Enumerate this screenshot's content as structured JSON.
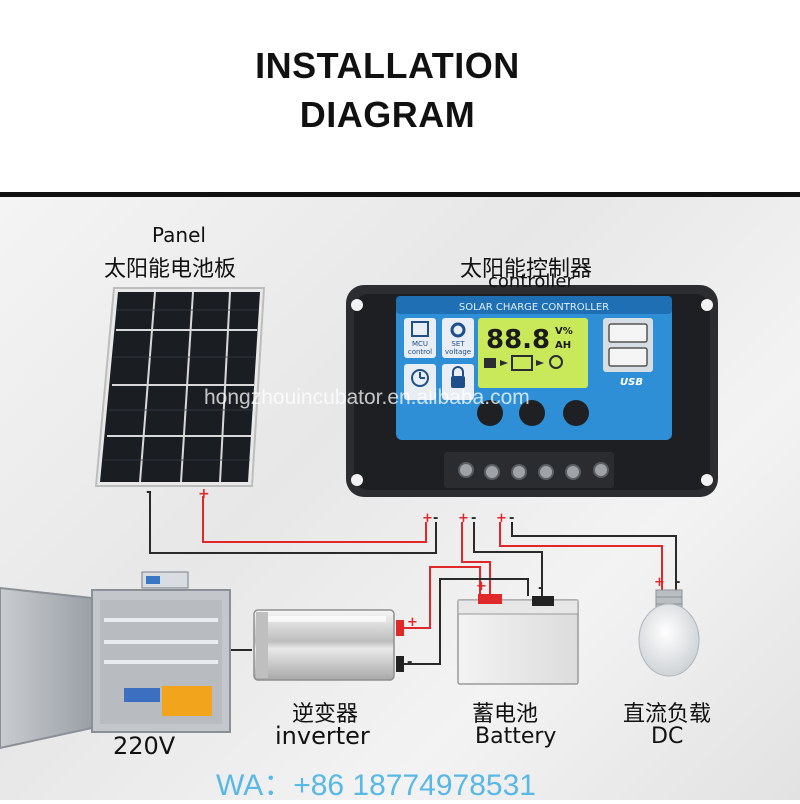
{
  "title": {
    "line1": "INSTALLATION",
    "line2": "DIAGRAM"
  },
  "panel": {
    "label_en": "Panel",
    "label_cn": "太阳能电池板",
    "neg": "-",
    "pos": "+"
  },
  "controller": {
    "label_cn": "太阳能控制器",
    "label_en": "controller",
    "header": "SOLAR CHARGE CONTROLLER",
    "lcd_digits": "88.8",
    "lcd_unit_top": "V%",
    "lcd_unit_bottom": "AH",
    "mcu_label_1": "MCU",
    "mcu_label_2": "control",
    "set_label_1": "SET",
    "set_label_2": "voltage",
    "usb_label": "USB",
    "terminal_marks": [
      "+",
      "-",
      "+",
      "-",
      "+",
      "-"
    ]
  },
  "inverter": {
    "label_cn": "逆变器",
    "label_en": "inverter",
    "pos": "+",
    "neg": "-"
  },
  "battery": {
    "label_cn": "蓄电池",
    "label_en": "Battery",
    "pos": "+",
    "neg": "-"
  },
  "dc_load": {
    "label_cn": "直流负载",
    "label_en": "DC",
    "pos": "+",
    "neg": "-"
  },
  "incubator": {
    "label": "220V"
  },
  "watermark": "hongzhouincubator.en.alibaba.com",
  "contact": "WA：+86 18774978531",
  "colors": {
    "positive_wire": "#e0282a",
    "negative_wire": "#2a2a2a",
    "controller_face": "#2f8fd6",
    "contact_text": "#58b8e6"
  }
}
